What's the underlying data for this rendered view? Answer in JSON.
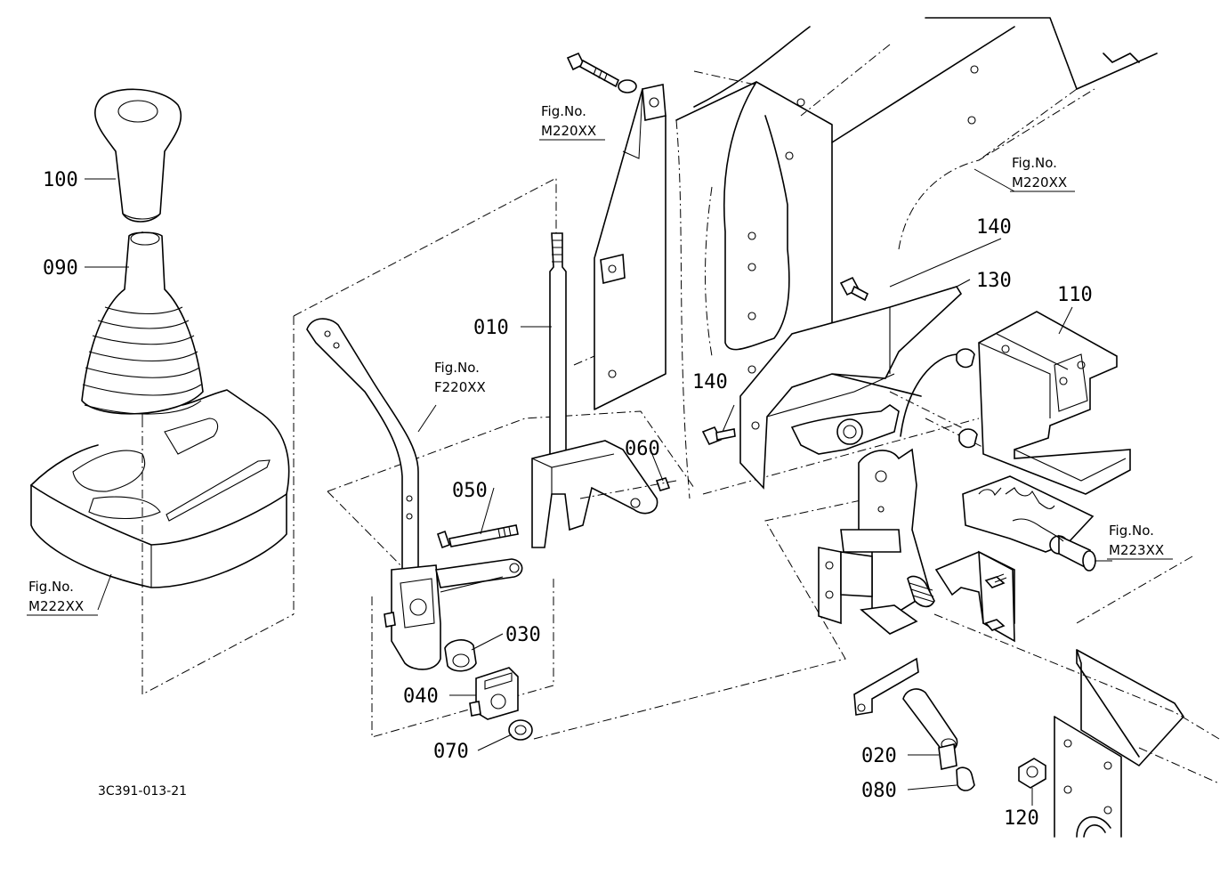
{
  "diagram": {
    "drawing_code": "3C391-013-21",
    "part_labels": {
      "p100": "100",
      "p090": "090",
      "p010": "010",
      "p050": "050",
      "p060": "060",
      "p030": "030",
      "p040": "040",
      "p070": "070",
      "p140a": "140",
      "p140b": "140",
      "p130": "130",
      "p110": "110",
      "p020": "020",
      "p080": "080",
      "p120": "120"
    },
    "figure_refs": {
      "ref_m220_top": {
        "caption": "Fig.No.",
        "code": "M220XX"
      },
      "ref_m220_right": {
        "caption": "Fig.No.",
        "code": "M220XX"
      },
      "ref_f220": {
        "caption": "Fig.No.",
        "code": "F220XX"
      },
      "ref_m222": {
        "caption": "Fig.No.",
        "code": "M222XX"
      },
      "ref_m223": {
        "caption": "Fig.No.",
        "code": "M223XX"
      }
    }
  }
}
